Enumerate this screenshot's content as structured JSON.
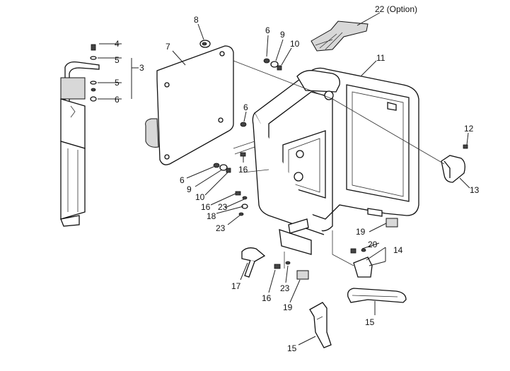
{
  "diagram": {
    "labels": [
      {
        "key": "22",
        "text": "22 (Option)"
      },
      {
        "key": "8",
        "text": "8"
      },
      {
        "key": "6a",
        "text": "6"
      },
      {
        "key": "9a",
        "text": "9"
      },
      {
        "key": "10a",
        "text": "10"
      },
      {
        "key": "11",
        "text": "11"
      },
      {
        "key": "4",
        "text": "4"
      },
      {
        "key": "5a",
        "text": "5"
      },
      {
        "key": "3",
        "text": "3"
      },
      {
        "key": "5b",
        "text": "5"
      },
      {
        "key": "6b",
        "text": "6"
      },
      {
        "key": "7",
        "text": "7"
      },
      {
        "key": "6c",
        "text": "6"
      },
      {
        "key": "16a",
        "text": "16"
      },
      {
        "key": "6d",
        "text": "6"
      },
      {
        "key": "9b",
        "text": "9"
      },
      {
        "key": "10b",
        "text": "10"
      },
      {
        "key": "16b",
        "text": "16"
      },
      {
        "key": "23a",
        "text": "23"
      },
      {
        "key": "18",
        "text": "18"
      },
      {
        "key": "23b",
        "text": "23"
      },
      {
        "key": "12",
        "text": "12"
      },
      {
        "key": "13",
        "text": "13"
      },
      {
        "key": "19a",
        "text": "19"
      },
      {
        "key": "20",
        "text": "20"
      },
      {
        "key": "14",
        "text": "14"
      },
      {
        "key": "17",
        "text": "17"
      },
      {
        "key": "16c",
        "text": "16"
      },
      {
        "key": "23c",
        "text": "23"
      },
      {
        "key": "19b",
        "text": "19"
      },
      {
        "key": "15a",
        "text": "15"
      },
      {
        "key": "15b",
        "text": "15"
      }
    ]
  }
}
